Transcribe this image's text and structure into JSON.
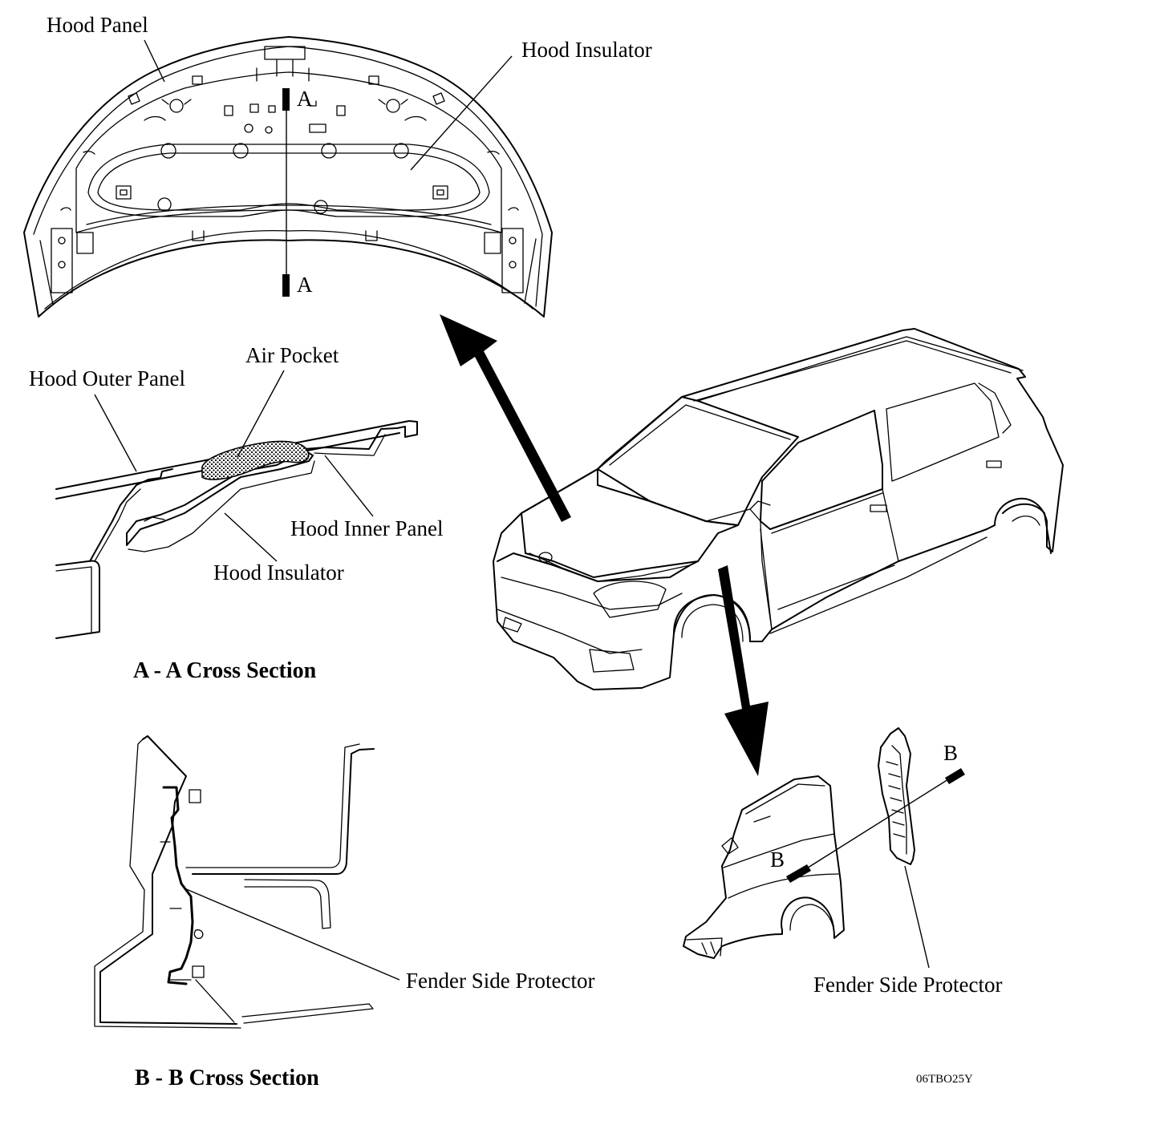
{
  "labels": {
    "hood_panel": "Hood Panel",
    "hood_insulator_top": "Hood Insulator",
    "air_pocket": "Air Pocket",
    "hood_outer_panel": "Hood Outer Panel",
    "hood_inner_panel": "Hood Inner Panel",
    "hood_insulator_section": "Hood Insulator",
    "fender_side_protector_section": "Fender Side Protector",
    "fender_side_protector_part": "Fender Side Protector"
  },
  "section_marks": {
    "a_upper": "A",
    "a_lower": "A",
    "b_upper": "B",
    "b_lower": "B"
  },
  "titles": {
    "a_section": "A - A Cross Section",
    "b_section": "B - B Cross Section"
  },
  "figure_code": "06TBO25Y"
}
